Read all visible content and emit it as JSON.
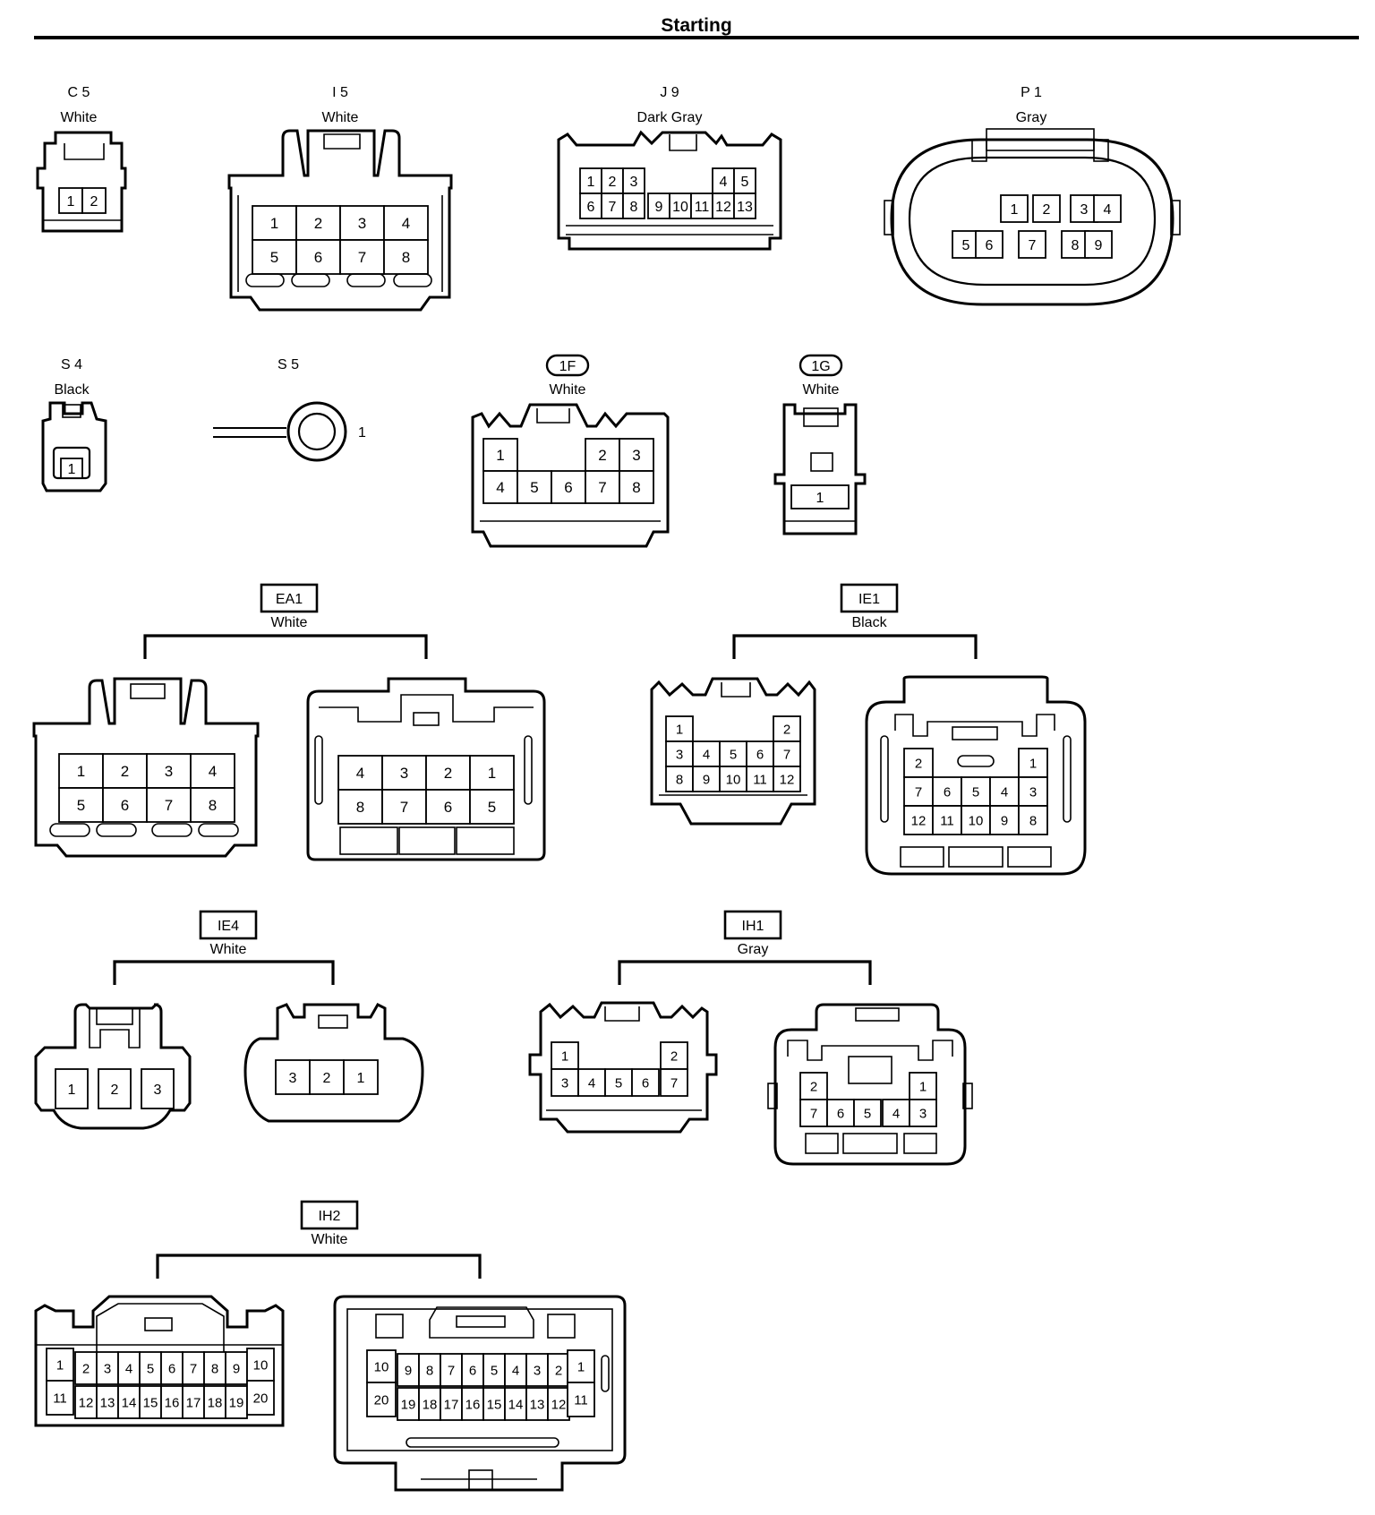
{
  "page": {
    "title": "Starting"
  },
  "connectors": [
    {
      "code": "C5",
      "code_text": "C 5",
      "color": "White",
      "pins": [
        "1",
        "2"
      ]
    },
    {
      "code": "I5",
      "code_text": "I 5",
      "color": "White",
      "pins": [
        "1",
        "2",
        "3",
        "4",
        "5",
        "6",
        "7",
        "8"
      ]
    },
    {
      "code": "J9",
      "code_text": "J 9",
      "color": "Dark Gray",
      "pins": [
        "1",
        "2",
        "3",
        "4",
        "5",
        "6",
        "7",
        "8",
        "9",
        "10",
        "11",
        "12",
        "13"
      ]
    },
    {
      "code": "P1",
      "code_text": "P 1",
      "color": "Gray",
      "pins": [
        "1",
        "2",
        "3",
        "4",
        "5",
        "6",
        "7",
        "8",
        "9"
      ]
    },
    {
      "code": "S4",
      "code_text": "S 4",
      "color": "Black",
      "pins": [
        "1"
      ]
    },
    {
      "code": "S5",
      "code_text": "S 5",
      "color": "",
      "pins": [
        "1"
      ]
    },
    {
      "code": "1F",
      "code_text": "1F",
      "color": "White",
      "pins": [
        "1",
        "2",
        "3",
        "4",
        "5",
        "6",
        "7",
        "8"
      ]
    },
    {
      "code": "1G",
      "code_text": "1G",
      "color": "White",
      "pins": [
        "1"
      ]
    },
    {
      "code": "EA1",
      "code_text": "EA1",
      "color": "White",
      "left_pins": [
        "1",
        "2",
        "3",
        "4",
        "5",
        "6",
        "7",
        "8"
      ],
      "right_pins": [
        "4",
        "3",
        "2",
        "1",
        "8",
        "7",
        "6",
        "5"
      ]
    },
    {
      "code": "IE1",
      "code_text": "IE1",
      "color": "Black",
      "left_pins": [
        "1",
        "2",
        "3",
        "4",
        "5",
        "6",
        "7",
        "8",
        "9",
        "10",
        "11",
        "12"
      ],
      "right_pins": [
        "2",
        "1",
        "7",
        "6",
        "5",
        "4",
        "3",
        "12",
        "11",
        "10",
        "9",
        "8"
      ]
    },
    {
      "code": "IE4",
      "code_text": "IE4",
      "color": "White",
      "left_pins": [
        "1",
        "2",
        "3"
      ],
      "right_pins": [
        "3",
        "2",
        "1"
      ]
    },
    {
      "code": "IH1",
      "code_text": "IH1",
      "color": "Gray",
      "left_pins": [
        "1",
        "2",
        "3",
        "4",
        "5",
        "6",
        "7"
      ],
      "right_pins": [
        "2",
        "1",
        "7",
        "6",
        "5",
        "4",
        "3"
      ]
    },
    {
      "code": "IH2",
      "code_text": "IH2",
      "color": "White",
      "left_pins": [
        "1",
        "2",
        "3",
        "4",
        "5",
        "6",
        "7",
        "8",
        "9",
        "10",
        "11",
        "12",
        "13",
        "14",
        "15",
        "16",
        "17",
        "18",
        "19",
        "20"
      ],
      "right_pins": [
        "10",
        "9",
        "8",
        "7",
        "6",
        "5",
        "4",
        "3",
        "2",
        "1",
        "20",
        "19",
        "18",
        "17",
        "16",
        "15",
        "14",
        "13",
        "12",
        "11"
      ]
    }
  ]
}
